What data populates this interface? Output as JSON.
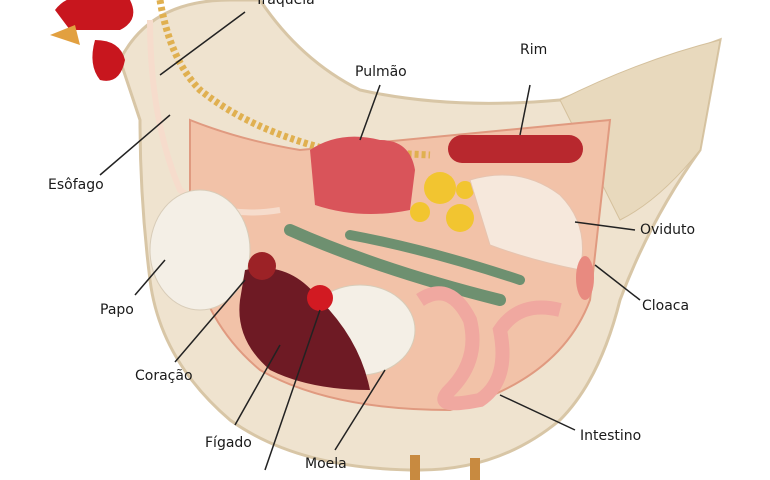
{
  "labels": {
    "traqueia": "Traqueia",
    "pulmao": "Pulmão",
    "rim": "Rim",
    "esofago": "Esôfago",
    "oviduto": "Oviduto",
    "papo": "Papo",
    "cloaca": "Cloaca",
    "coracao": "Coração",
    "figado": "Fígado",
    "moela": "Moela",
    "intestino": "Intestino"
  },
  "colors": {
    "feather": "#efe3cf",
    "body_cavity": "#f2c2a8",
    "lung": "#d9545a",
    "kidney": "#b8282e",
    "liver": "#6e1a24",
    "gizzard": "#f4efe6",
    "intestine": "#f0a8a0",
    "comb": "#c8161e",
    "egg_yolk": "#f2c530"
  }
}
